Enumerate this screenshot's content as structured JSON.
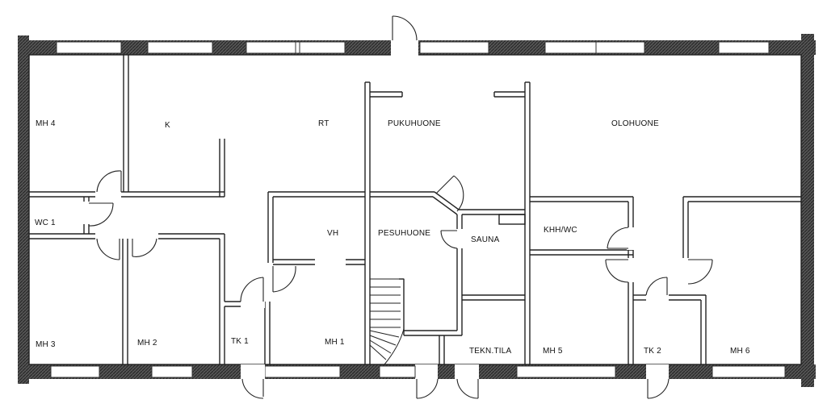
{
  "rooms": [
    {
      "key": "mh4",
      "label": "MH 4"
    },
    {
      "key": "k",
      "label": "K"
    },
    {
      "key": "rt",
      "label": "RT"
    },
    {
      "key": "pukuhuone",
      "label": "PUKUHUONE"
    },
    {
      "key": "olohuone",
      "label": "OLOHUONE"
    },
    {
      "key": "wc1",
      "label": "WC 1"
    },
    {
      "key": "vh",
      "label": "VH"
    },
    {
      "key": "pesuhuone",
      "label": "PESUHUONE"
    },
    {
      "key": "sauna",
      "label": "SAUNA"
    },
    {
      "key": "khhwc",
      "label": "KHH/WC"
    },
    {
      "key": "mh3",
      "label": "MH 3"
    },
    {
      "key": "mh2",
      "label": "MH 2"
    },
    {
      "key": "tk1",
      "label": "TK 1"
    },
    {
      "key": "mh1",
      "label": "MH 1"
    },
    {
      "key": "tekntila",
      "label": "TEKN.TILA"
    },
    {
      "key": "mh5",
      "label": "MH 5"
    },
    {
      "key": "tk2",
      "label": "TK 2"
    },
    {
      "key": "mh6",
      "label": "MH 6"
    }
  ]
}
